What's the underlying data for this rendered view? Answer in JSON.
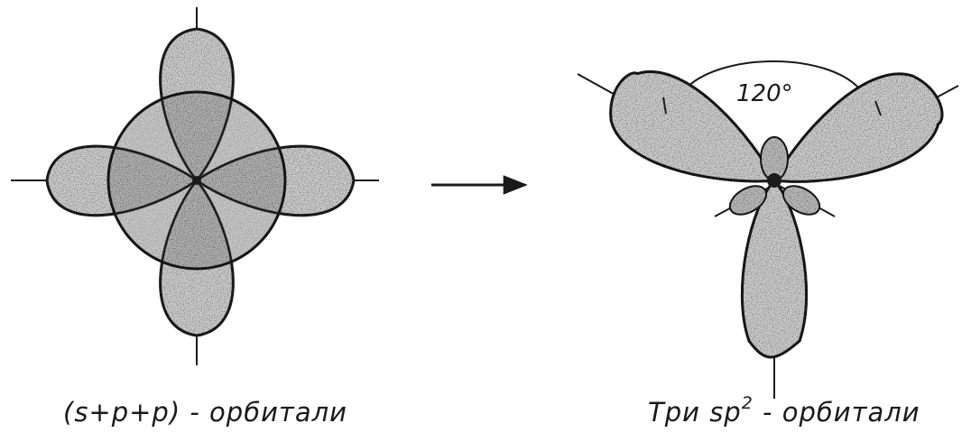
{
  "left_diagram": {
    "caption": "(s+p+p) - орбитали"
  },
  "right_diagram": {
    "caption_prefix": "Три sp",
    "caption_superscript": "2",
    "caption_suffix": " - орбитали",
    "angle_label": "120°"
  },
  "colors": {
    "ink": "#1a1a1a",
    "lobe_fill": "#cfcfcf",
    "lobe_fill_dark": "#8a8a8a",
    "background": "#ffffff"
  }
}
